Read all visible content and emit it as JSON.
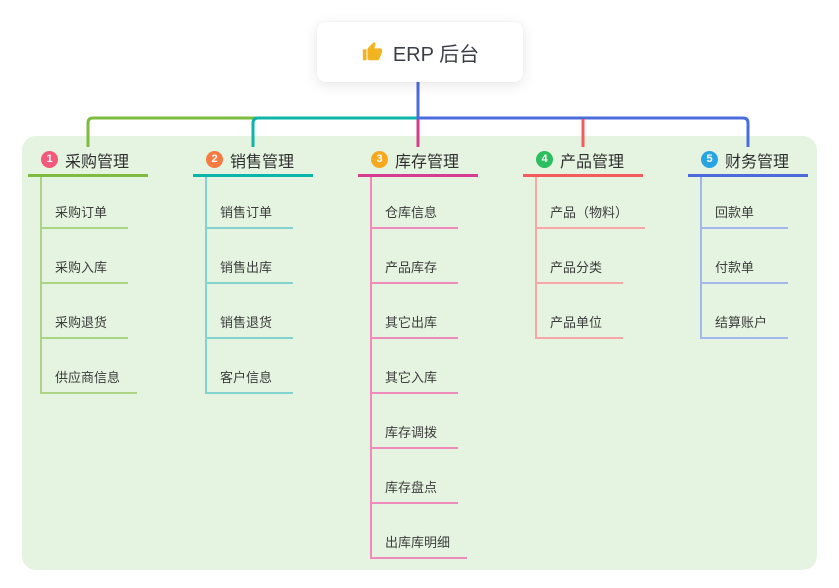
{
  "root": {
    "label": "ERP 后台",
    "icon": "thumbs-up-icon",
    "icon_color": "#f2b521"
  },
  "canvas": {
    "panel_bg": "#e5f4e1",
    "stem_color": "#4c6cdd"
  },
  "branches": [
    {
      "badge": "1",
      "title": "采购管理",
      "badge_color": "#f3597a",
      "line_color": "#7dbc40",
      "child_line_color": "#abd584",
      "children": [
        "采购订单",
        "采购入库",
        "采购退货",
        "供应商信息"
      ]
    },
    {
      "badge": "2",
      "title": "销售管理",
      "badge_color": "#f67b42",
      "line_color": "#0cb4a9",
      "child_line_color": "#82d3cd",
      "children": [
        "销售订单",
        "销售出库",
        "销售退货",
        "客户信息"
      ]
    },
    {
      "badge": "3",
      "title": "库存管理",
      "badge_color": "#f8a81f",
      "line_color": "#d63d90",
      "child_line_color": "#ef8abc",
      "children": [
        "仓库信息",
        "产品库存",
        "其它出库",
        "其它入库",
        "库存调拨",
        "库存盘点",
        "出库库明细"
      ]
    },
    {
      "badge": "4",
      "title": "产品管理",
      "badge_color": "#2dbe60",
      "line_color": "#f45c5c",
      "child_line_color": "#f9a6a6",
      "children": [
        "产品（物料）",
        "产品分类",
        "产品单位"
      ]
    },
    {
      "badge": "5",
      "title": "财务管理",
      "badge_color": "#29a4e2",
      "line_color": "#4c6cdd",
      "child_line_color": "#a2b8ea",
      "children": [
        "回款单",
        "付款单",
        "结算账户"
      ]
    }
  ]
}
